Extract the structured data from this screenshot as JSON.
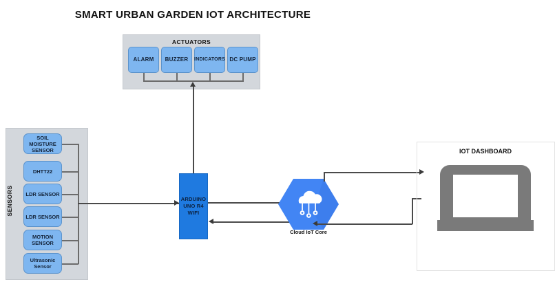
{
  "title": "SMART URBAN GARDEN IOT ARCHITECTURE",
  "actuators": {
    "group_label": "ACTUATORS",
    "items": [
      {
        "label": "ALARM"
      },
      {
        "label": "BUZZER"
      },
      {
        "label": "INDICATORS"
      },
      {
        "label": "DC PUMP"
      }
    ]
  },
  "sensors": {
    "group_label": "SENSORS",
    "items": [
      {
        "label": "SOIL MOISTURE SENSOR"
      },
      {
        "label": "DHTT22"
      },
      {
        "label": "LDR SENSOR"
      },
      {
        "label": "LDR SENSOR"
      },
      {
        "label": "MOTION SENSOR"
      },
      {
        "label": "Ultrasonic Sensor"
      }
    ]
  },
  "controller": {
    "label": "ARDUINO UNO R4 WIFI"
  },
  "cloud": {
    "label": "Cloud IoT Core",
    "icon": "cloud-iot-core-icon"
  },
  "dashboard": {
    "label": "IOT DASHBOARD",
    "icon": "laptop-icon"
  },
  "colors": {
    "node_blue": "#7eb6f0",
    "controller_blue": "#1f7ae0",
    "panel_gray": "#d3d7dc",
    "cloud_blue": "#4285f4",
    "dashboard_gray": "#7a7a7a",
    "connector": "#4a4a4a"
  }
}
